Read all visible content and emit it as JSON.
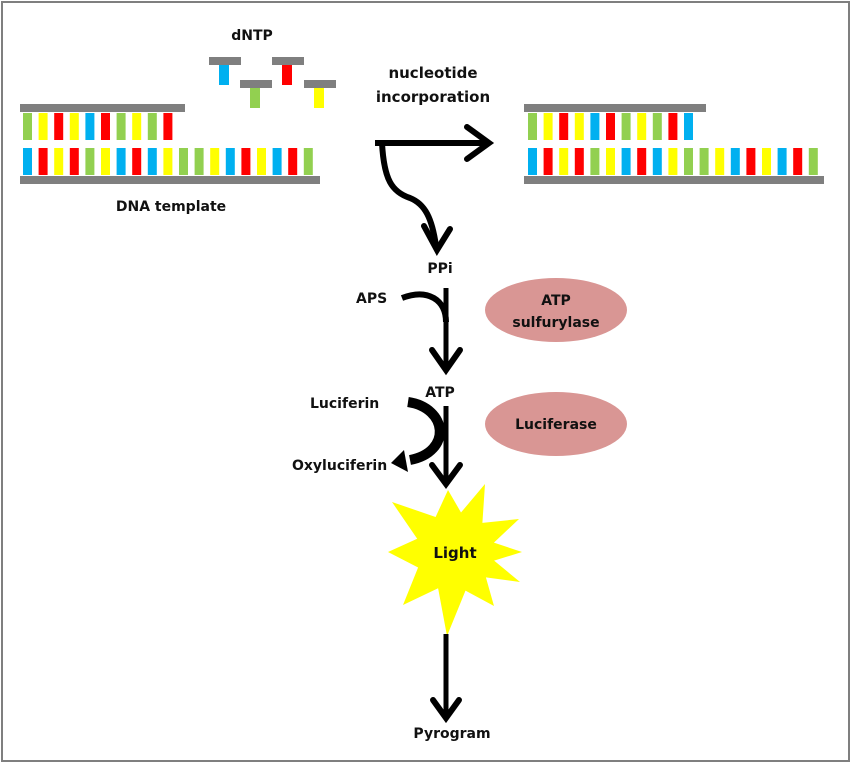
{
  "colors": {
    "backbone": "#7f7f7f",
    "A": "#00b0f0",
    "T": "#ff0000",
    "G": "#92d050",
    "C": "#ffff00",
    "enzyme": "#d99694",
    "light": "#ffff00",
    "arrow": "#000000",
    "border": "#7f7f7f"
  },
  "labels": {
    "dntp": "dNTP",
    "nucleotide_incorporation_line1": "nucleotide",
    "nucleotide_incorporation_line2": "incorporation",
    "dna_template": "DNA template",
    "ppi": "PPi",
    "aps": "APS",
    "atp": "ATP",
    "luciferin": "Luciferin",
    "oxyluciferin": "Oxyluciferin",
    "light": "Light",
    "pyrogram": "Pyrogram"
  },
  "enzymes": {
    "atp_sulfurylase_line1": "ATP",
    "atp_sulfurylase_line2": "sulfurylase",
    "luciferase": "Luciferase"
  },
  "dntps": [
    "A",
    "G",
    "T",
    "C"
  ],
  "left_dna": {
    "primer_strand": [
      "G",
      "C",
      "T",
      "C",
      "A",
      "T",
      "G",
      "C",
      "G",
      "T"
    ],
    "template_strand": [
      "A",
      "T",
      "C",
      "T",
      "G",
      "C",
      "A",
      "T",
      "A",
      "C",
      "G",
      "G",
      "C",
      "A",
      "T",
      "C",
      "A",
      "T",
      "G"
    ]
  },
  "right_dna": {
    "primer_strand": [
      "G",
      "C",
      "T",
      "C",
      "A",
      "T",
      "G",
      "C",
      "G",
      "T",
      "A"
    ],
    "template_strand": [
      "A",
      "T",
      "C",
      "T",
      "G",
      "C",
      "A",
      "T",
      "A",
      "C",
      "G",
      "G",
      "C",
      "A",
      "T",
      "C",
      "A",
      "T",
      "G"
    ]
  }
}
